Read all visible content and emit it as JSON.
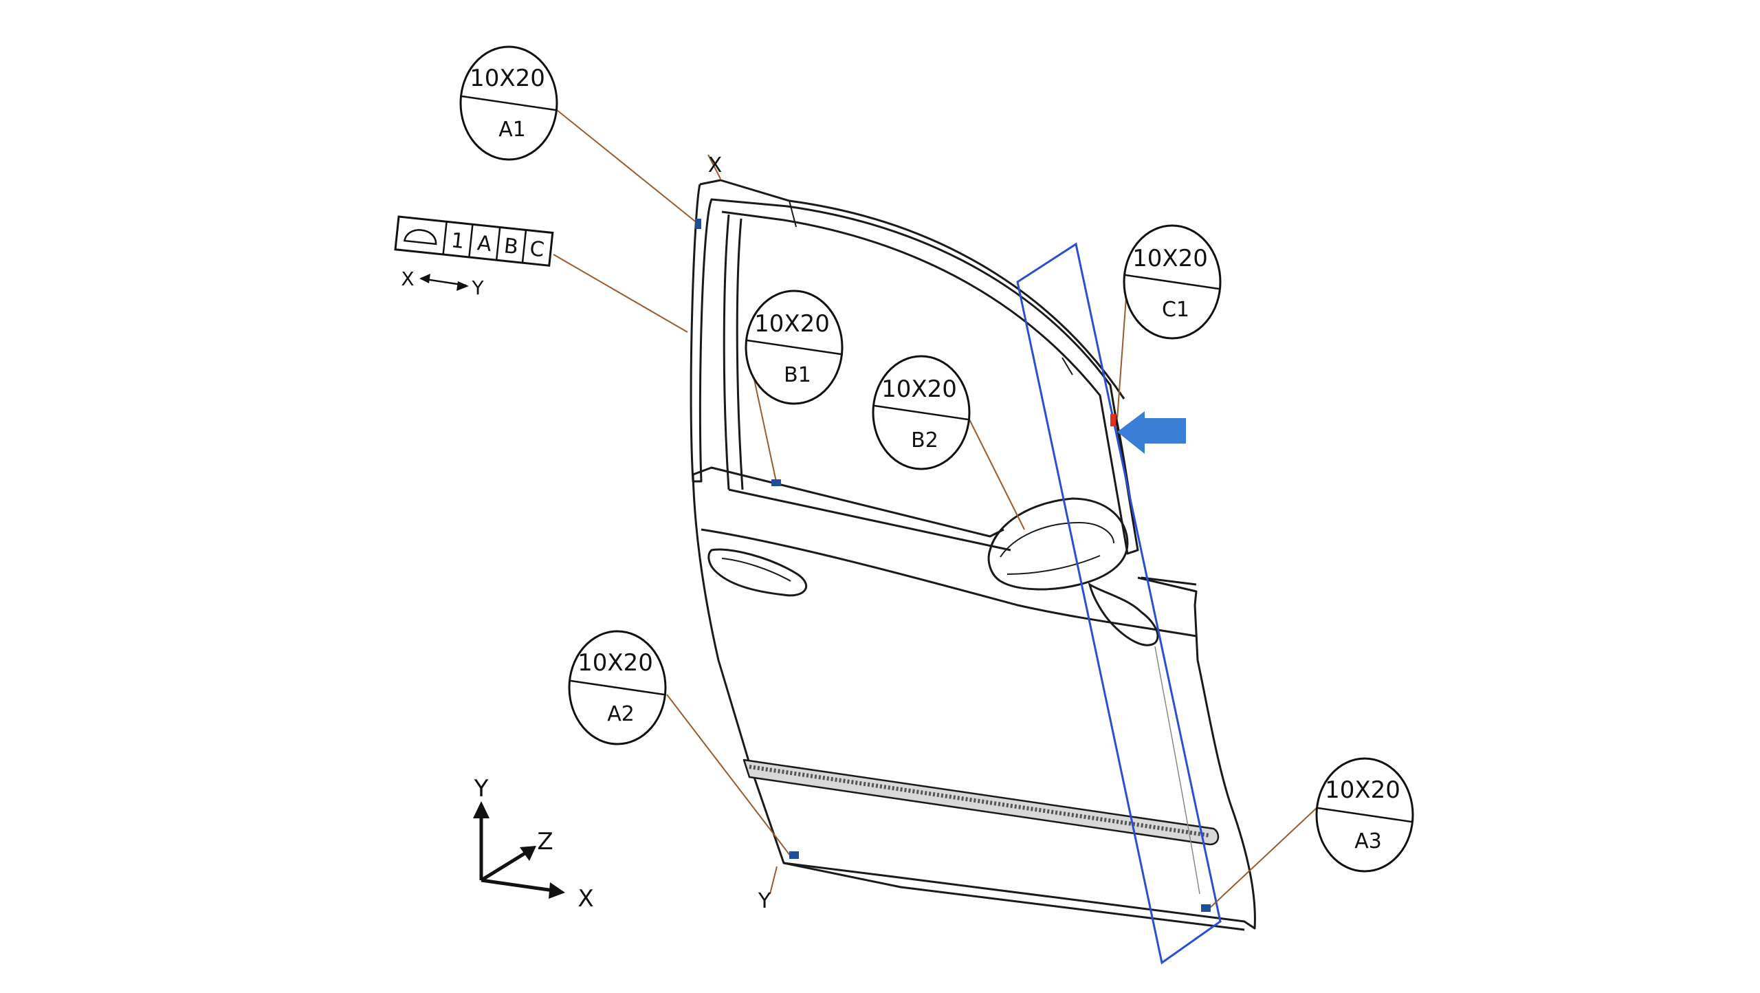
{
  "datums": [
    {
      "id": "A1",
      "size": "10X20"
    },
    {
      "id": "B1",
      "size": "10X20"
    },
    {
      "id": "B2",
      "size": "10X20"
    },
    {
      "id": "C1",
      "size": "10X20"
    },
    {
      "id": "A2",
      "size": "10X20"
    },
    {
      "id": "A3",
      "size": "10X20"
    }
  ],
  "feature_control_frame": {
    "symbol": "profile-of-surface",
    "cells": [
      "1",
      "A",
      "B",
      "C"
    ],
    "direction_from": "X",
    "direction_to": "Y"
  },
  "leader_labels": {
    "x_label": "X",
    "y_label": "Y"
  },
  "axes": {
    "y": "Y",
    "z": "Z",
    "x": "X"
  },
  "colors": {
    "outline": "#1a1a1a",
    "leader": "#9a5a2a",
    "plane": "#2a4fd0",
    "arrow": "#3a7fd5",
    "marker": "#1f4e9a",
    "highlight": "#e03020"
  }
}
